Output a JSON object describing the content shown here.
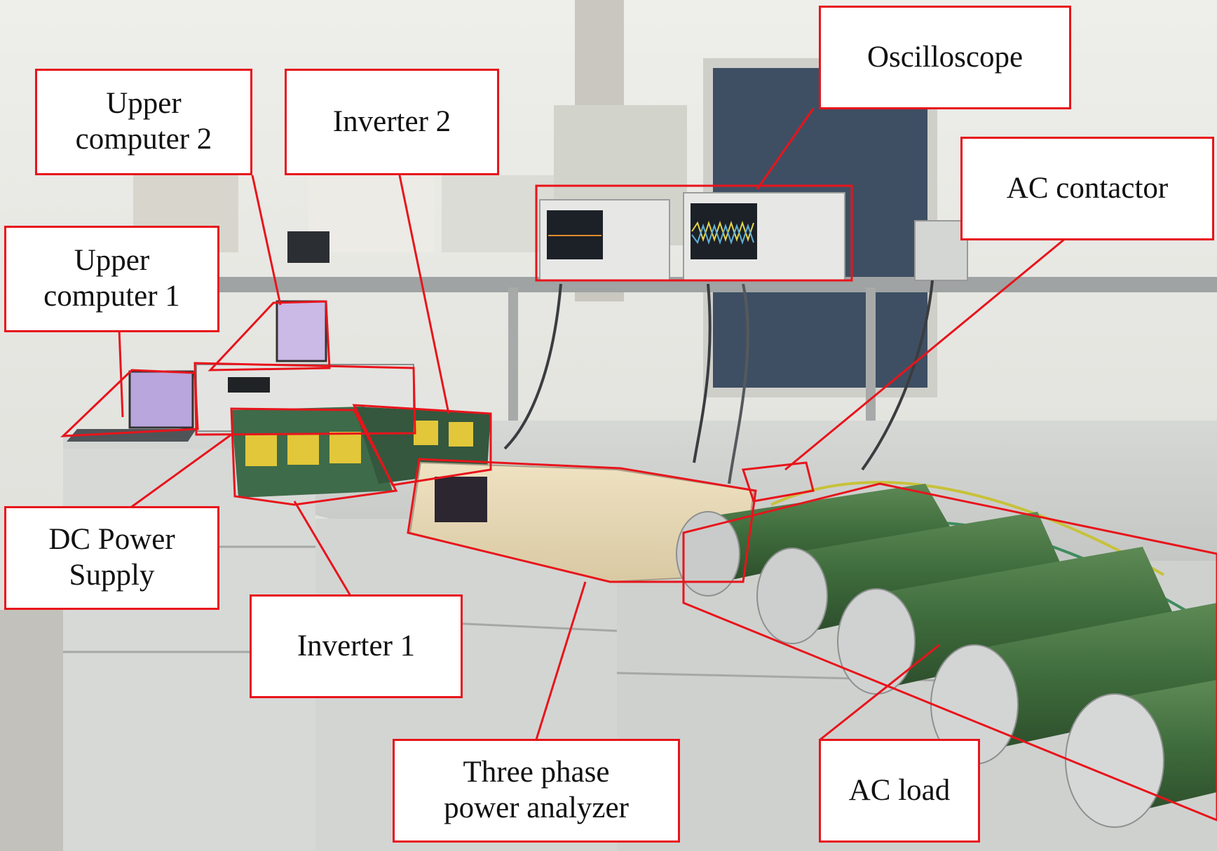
{
  "figure": {
    "accent_color": "#e8141b",
    "labels": {
      "upper_computer_2": "Upper\ncomputer 2",
      "inverter_2": "Inverter 2",
      "oscilloscope": "Oscilloscope",
      "ac_contactor": "AC contactor",
      "upper_computer_1": "Upper\ncomputer 1",
      "dc_power_supply": "DC Power\nSupply",
      "inverter_1": "Inverter 1",
      "three_phase_power_analyzer": "Three phase\npower analyzer",
      "ac_load": "AC load"
    }
  }
}
